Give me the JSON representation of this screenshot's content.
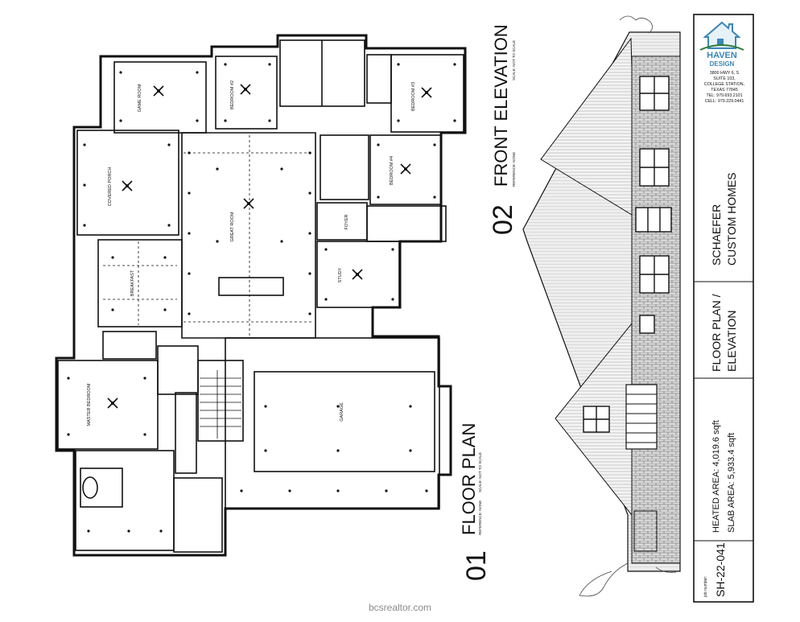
{
  "floor_plan": {
    "number": "01",
    "title": "FLOOR PLAN",
    "reference_label": "REFERENCE:",
    "reference_value": "NONE",
    "scale_label": "SCALE:",
    "scale_value": "NOT TO SCALE",
    "rooms": {
      "game_room": "GAME ROOM",
      "bedroom_2": "BEDROOM #2",
      "bedroom_3": "BEDROOM #3",
      "bedroom_4": "BEDROOM #4",
      "covered_porch": "COVERED PORCH",
      "great_room": "GREAT ROOM",
      "foyer": "FOYER",
      "study": "STUDY",
      "breakfast": "BREAKFAST",
      "master_bedroom": "MASTER BEDROOM",
      "garage": "GARAGE"
    }
  },
  "front_elevation": {
    "number": "02",
    "title": "FRONT ELEVATION",
    "reference_label": "REFERENCE:",
    "reference_value": "NONE",
    "scale_label": "SCALE:",
    "scale_value": "NOT TO SCALE"
  },
  "title_block": {
    "logo_top": "HAVEN",
    "logo_bottom": "DESIGN",
    "address_lines": [
      "3800 HWY 6, S",
      "SUITE 103,",
      "COLLEGE STATION,",
      "TEXAS 77845",
      "TEL: 979.693.2101",
      "CELL: 979.229.0441"
    ],
    "client_line1": "SCHAEFER",
    "client_line2": "CUSTOM HOMES",
    "sheet_title_line1": "FLOOR PLAN /",
    "sheet_title_line2": "ELEVATION",
    "heated_area": "HEATED AREA: 4,019.6 sqft",
    "slab_area": "SLAB AREA: 5,933.4 sqft",
    "job_number_label": "job number:",
    "job_number": "SH-22-041",
    "brand_color": "#3a87b8",
    "roof_color": "#2e7d3a"
  },
  "watermark": "bcsrealtor.com"
}
